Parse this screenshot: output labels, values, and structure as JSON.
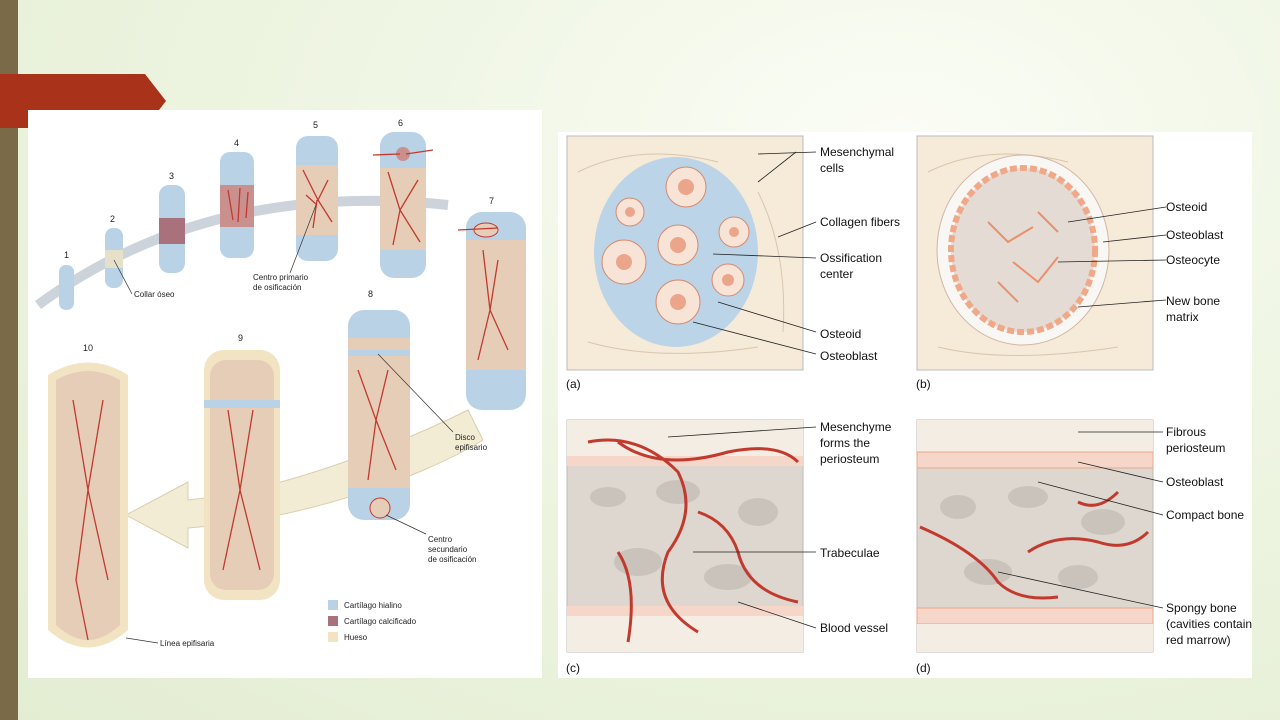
{
  "left_figure": {
    "stage_numbers": [
      "1",
      "2",
      "3",
      "4",
      "5",
      "6",
      "7",
      "8",
      "9",
      "10"
    ],
    "labels": {
      "collar": "Collar óseo",
      "primary_1": "Centro primario",
      "primary_2": "de osificación",
      "disc_1": "Disco",
      "disc_2": "epifisario",
      "secondary_1": "Centro",
      "secondary_2": "secundario",
      "secondary_3": "de osificación",
      "line": "Línea epifisaria"
    },
    "legend": [
      {
        "label": "Cartílago hialino",
        "color": "#b9d2e6"
      },
      {
        "label": "Cartílago calcificado",
        "color": "#a8717b"
      },
      {
        "label": "Hueso",
        "color": "#f2e4c2"
      }
    ]
  },
  "right_figure": {
    "panel_a": {
      "tag": "(a)",
      "labels": [
        "Mesenchymal",
        "cells",
        "Collagen fibers",
        "Ossification",
        "center",
        "Osteoid",
        "Osteoblast"
      ]
    },
    "panel_b": {
      "tag": "(b)",
      "labels": [
        "Osteoid",
        "Osteoblast",
        "Osteocyte",
        "New bone",
        "matrix"
      ]
    },
    "panel_c": {
      "tag": "(c)",
      "labels": [
        "Mesenchyme",
        "forms the",
        "periosteum",
        "Trabeculae",
        "Blood vessel"
      ]
    },
    "panel_d": {
      "tag": "(d)",
      "labels": [
        "Fibrous",
        "periosteum",
        "Osteoblast",
        "Compact bone",
        "Spongy bone",
        "(cavities contain",
        "red marrow)"
      ]
    }
  },
  "colors": {
    "bar": "#7b6a48",
    "accent": "#a8321a",
    "vessel": "#c23a2e",
    "cartilage": "#b9d2e6",
    "bone": "#f2e4c2"
  }
}
